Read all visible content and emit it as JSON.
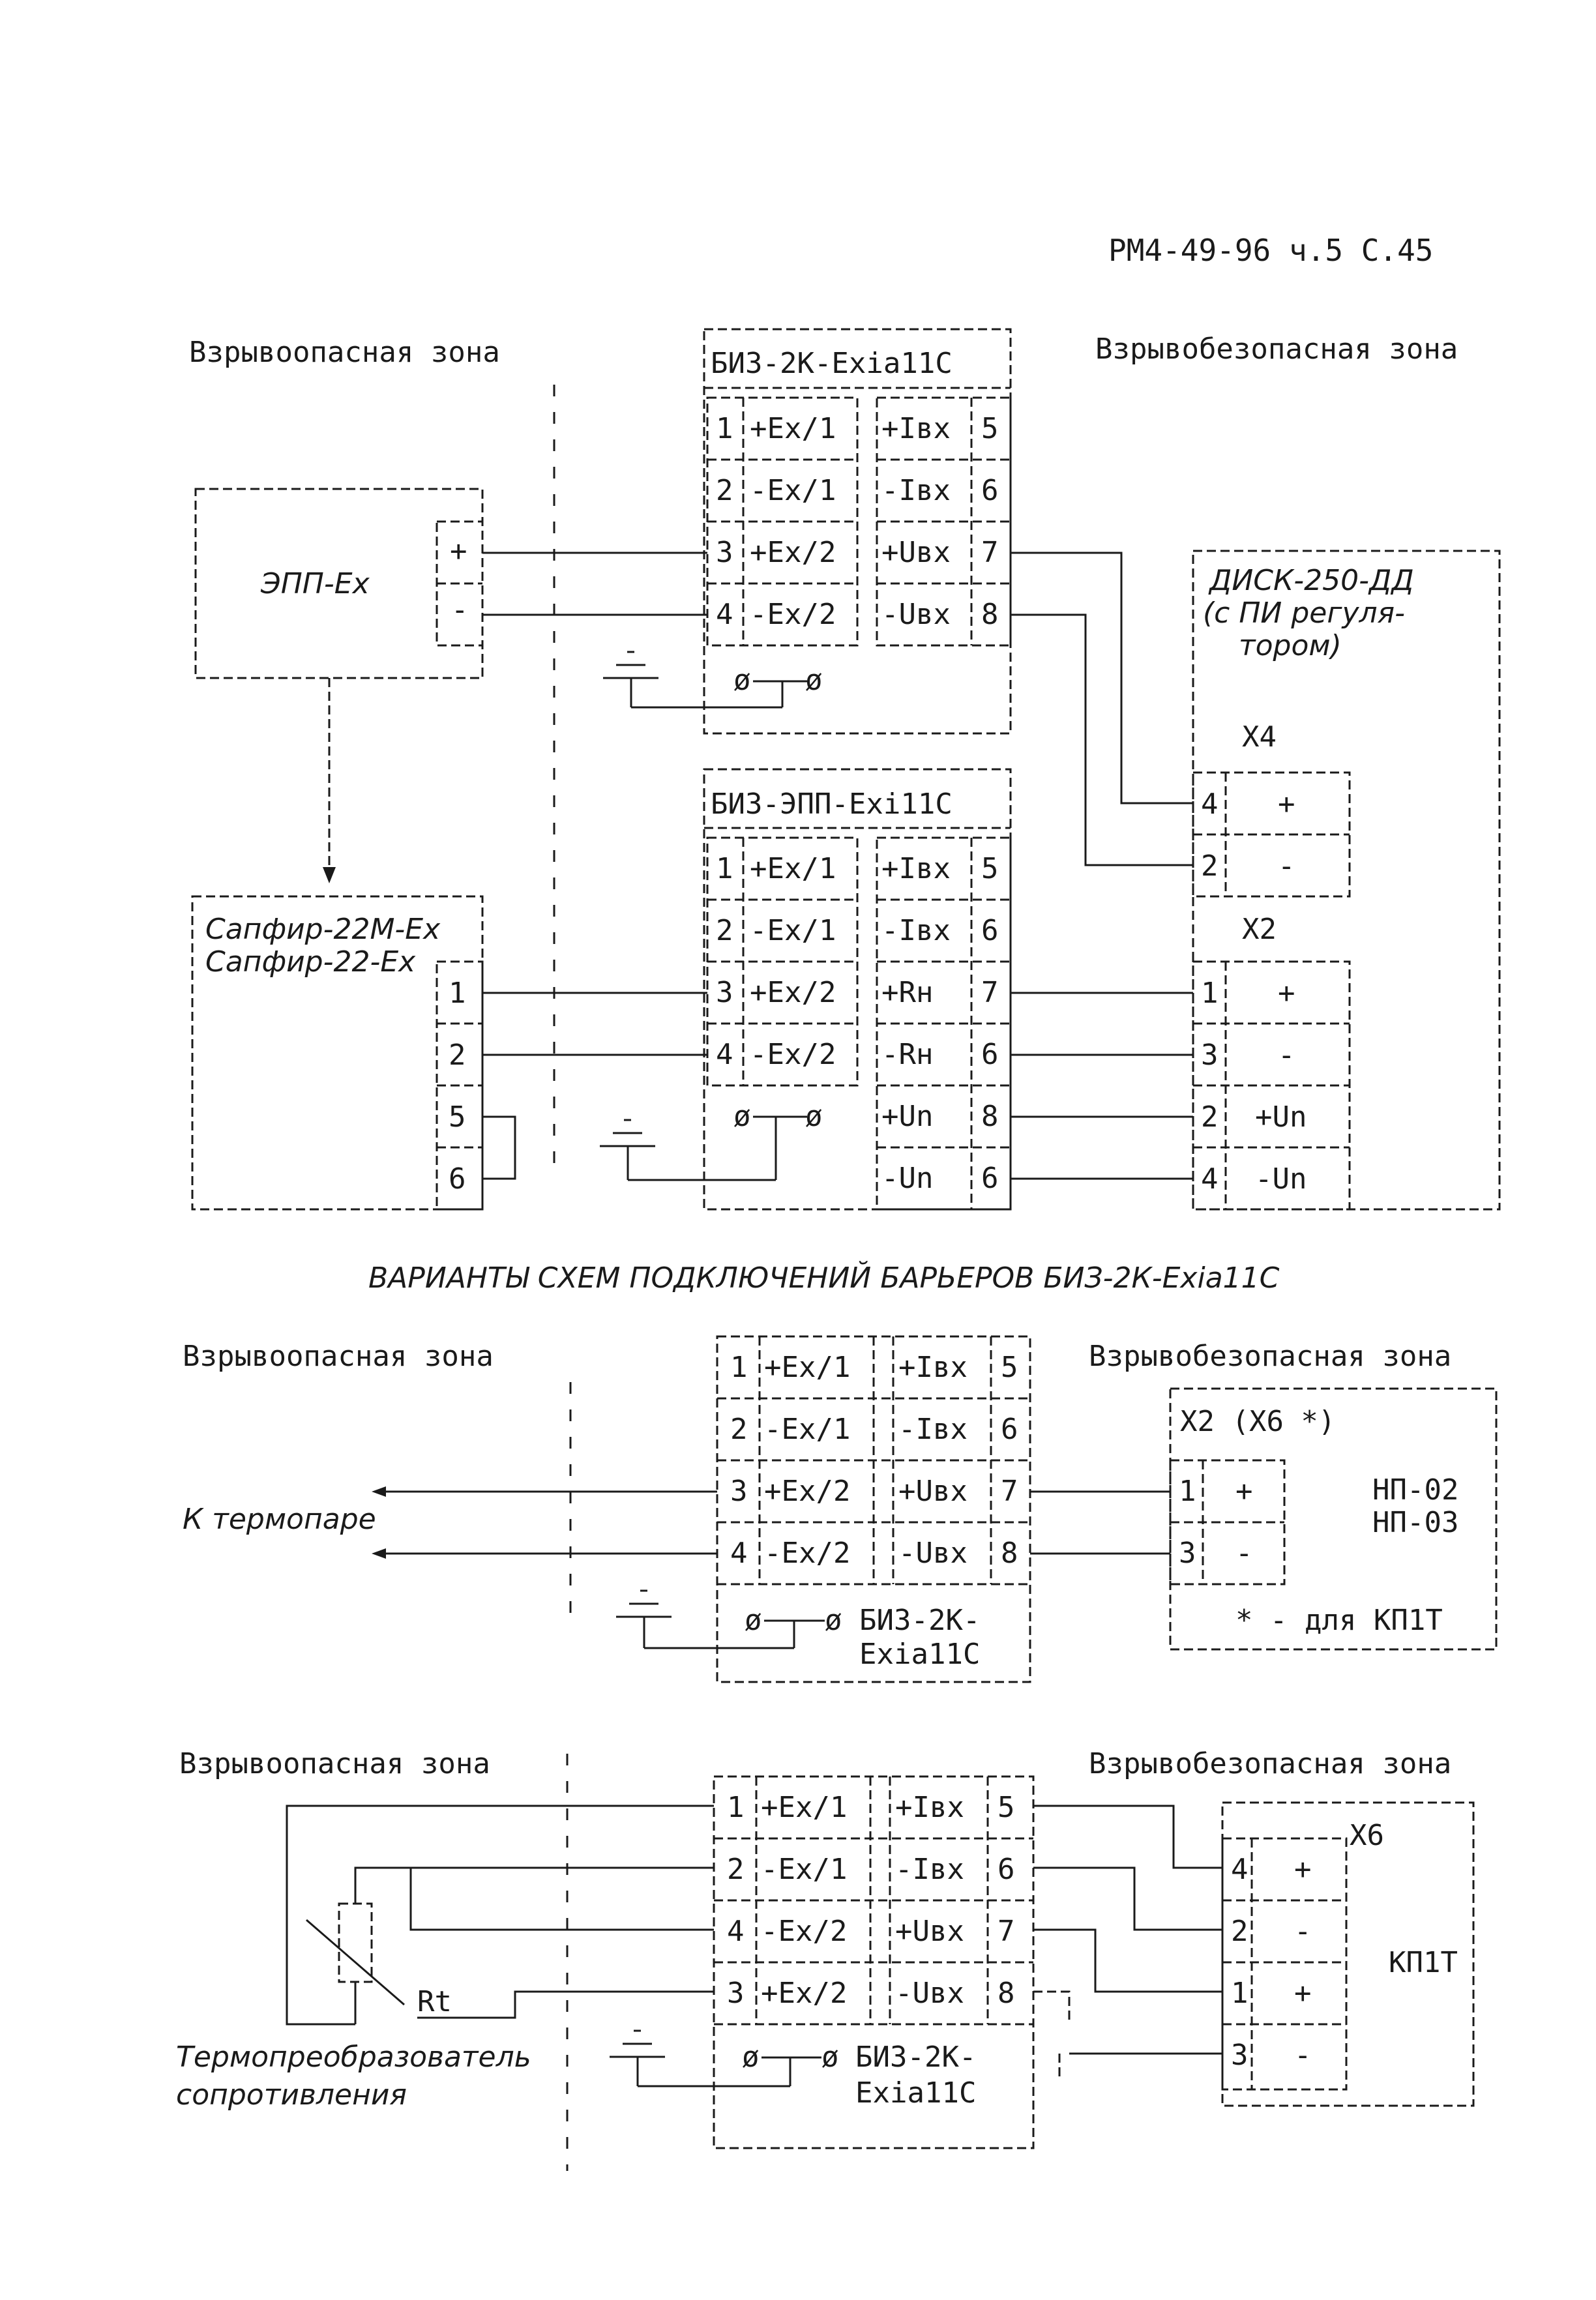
{
  "header": "РМ4-49-96 ч.5  С.45",
  "zones": {
    "hazard": "Взрывоопасная зона",
    "safe": "Взрывобезопасная зона"
  },
  "diagram1": {
    "barrier_a": {
      "title": "БИЗ-2К-Exia11C",
      "rows": [
        {
          "n": "1",
          "ex": "+Ex/1",
          "out": "+Iвх",
          "m": "5"
        },
        {
          "n": "2",
          "ex": "-Ex/1",
          "out": "-Iвх",
          "m": "6"
        },
        {
          "n": "3",
          "ex": "+Ex/2",
          "out": "+Uвх",
          "m": "7"
        },
        {
          "n": "4",
          "ex": "-Ex/2",
          "out": "-Uвх",
          "m": "8"
        }
      ]
    },
    "barrier_b": {
      "title": "БИЗ-ЭПП-Exi11C",
      "rows": [
        {
          "n": "1",
          "ex": "+Ex/1",
          "out": "+Iвх",
          "m": "5"
        },
        {
          "n": "2",
          "ex": "-Ex/1",
          "out": "-Iвх",
          "m": "6"
        },
        {
          "n": "3",
          "ex": "+Ex/2",
          "out": "+Rн",
          "m": "7"
        },
        {
          "n": "4",
          "ex": "-Ex/2",
          "out": "-Rн",
          "m": "6"
        },
        {
          "n": "",
          "ex": "",
          "out": "+Un",
          "m": "8"
        },
        {
          "n": "",
          "ex": "",
          "out": "-Un",
          "m": "6"
        }
      ]
    },
    "epp": {
      "title": "ЭПП-Ex",
      "plus": "+",
      "minus": "-"
    },
    "sapfir": {
      "title1": "Сапфир-22М-Ex",
      "title2": "Сапфир-22-Ex",
      "terms": [
        "1",
        "2",
        "5",
        "6"
      ]
    },
    "disk": {
      "title": [
        "ДИСК-250-ДД",
        "(с ПИ регуля-",
        "тором)"
      ],
      "x4": {
        "label": "Х4",
        "rows": [
          {
            "n": "4",
            "s": "+"
          },
          {
            "n": "2",
            "s": "-"
          }
        ]
      },
      "x2": {
        "label": "Х2",
        "rows": [
          {
            "n": "1",
            "s": "+"
          },
          {
            "n": "3",
            "s": "-"
          },
          {
            "n": "2",
            "s": "+Un"
          },
          {
            "n": "4",
            "s": "-Un"
          }
        ]
      }
    },
    "ground_symbol": "ø"
  },
  "subtitle": "ВАРИАНТЫ СХЕМ ПОДКЛЮЧЕНИЙ БАРЬЕРОВ БИЗ-2К-Exia11C",
  "diagram2": {
    "rows": [
      {
        "n": "1",
        "ex": "+Ex/1",
        "out": "+Iвх",
        "m": "5"
      },
      {
        "n": "2",
        "ex": "-Ex/1",
        "out": "-Iвх",
        "m": "6"
      },
      {
        "n": "3",
        "ex": "+Ex/2",
        "out": "+Uвх",
        "m": "7"
      },
      {
        "n": "4",
        "ex": "-Ex/2",
        "out": "-Uвх",
        "m": "8"
      }
    ],
    "barrier_label": [
      "БИЗ-2К-",
      "Exia11C"
    ],
    "thermocouple": "К термопаре",
    "device": {
      "header": "Х2 (Х6 *)",
      "rows": [
        {
          "n": "1",
          "s": "+"
        },
        {
          "n": "3",
          "s": "-"
        }
      ],
      "names": [
        "НП-02",
        "НП-03"
      ],
      "note": "* - для КП1Т"
    }
  },
  "diagram3": {
    "rows": [
      {
        "n": "1",
        "ex": "+Ex/1",
        "out": "+Iвх",
        "m": "5"
      },
      {
        "n": "2",
        "ex": "-Ex/1",
        "out": "-Iвх",
        "m": "6"
      },
      {
        "n": "4",
        "ex": "-Ex/2",
        "out": "+Uвх",
        "m": "7"
      },
      {
        "n": "3",
        "ex": "+Ex/2",
        "out": "-Uвх",
        "m": "8"
      }
    ],
    "barrier_label": [
      "БИЗ-2К-",
      "Exia11C"
    ],
    "rt": "Rt",
    "sensor": [
      "Термопреобразователь",
      "сопротивления"
    ],
    "device": {
      "x6": "Х6",
      "name": "КП1Т",
      "rows": [
        {
          "n": "4",
          "s": "+"
        },
        {
          "n": "2",
          "s": "-"
        },
        {
          "n": "1",
          "s": "+"
        },
        {
          "n": "3",
          "s": "-"
        }
      ]
    }
  }
}
